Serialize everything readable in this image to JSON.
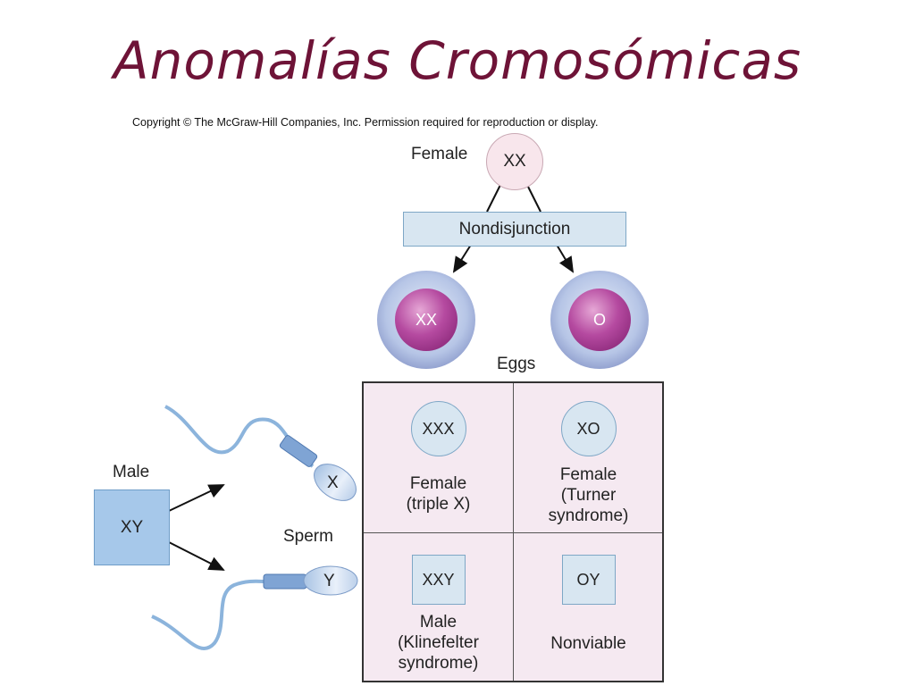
{
  "title": "Anomalías Cromosómicas",
  "copyright": "Copyright © The McGraw-Hill Companies, Inc. Permission required for reproduction or display.",
  "female": {
    "label": "Female",
    "karyotype": "XX"
  },
  "process": "Nondisjunction",
  "eggs": {
    "label": "Eggs",
    "items": [
      "XX",
      "O"
    ]
  },
  "male": {
    "label": "Male",
    "karyotype": "XY"
  },
  "sperm": {
    "label": "Sperm",
    "items": [
      "X",
      "Y"
    ]
  },
  "offspring": [
    {
      "karyotype": "XXX",
      "lines": [
        "Female",
        "(triple X)"
      ]
    },
    {
      "karyotype": "XO",
      "lines": [
        "Female",
        "(Turner",
        "syndrome)"
      ]
    },
    {
      "karyotype": "XXY",
      "lines": [
        "Male",
        "(Klinefelter",
        "syndrome)"
      ]
    },
    {
      "karyotype": "OY",
      "lines": [
        "Nonviable"
      ]
    }
  ]
}
